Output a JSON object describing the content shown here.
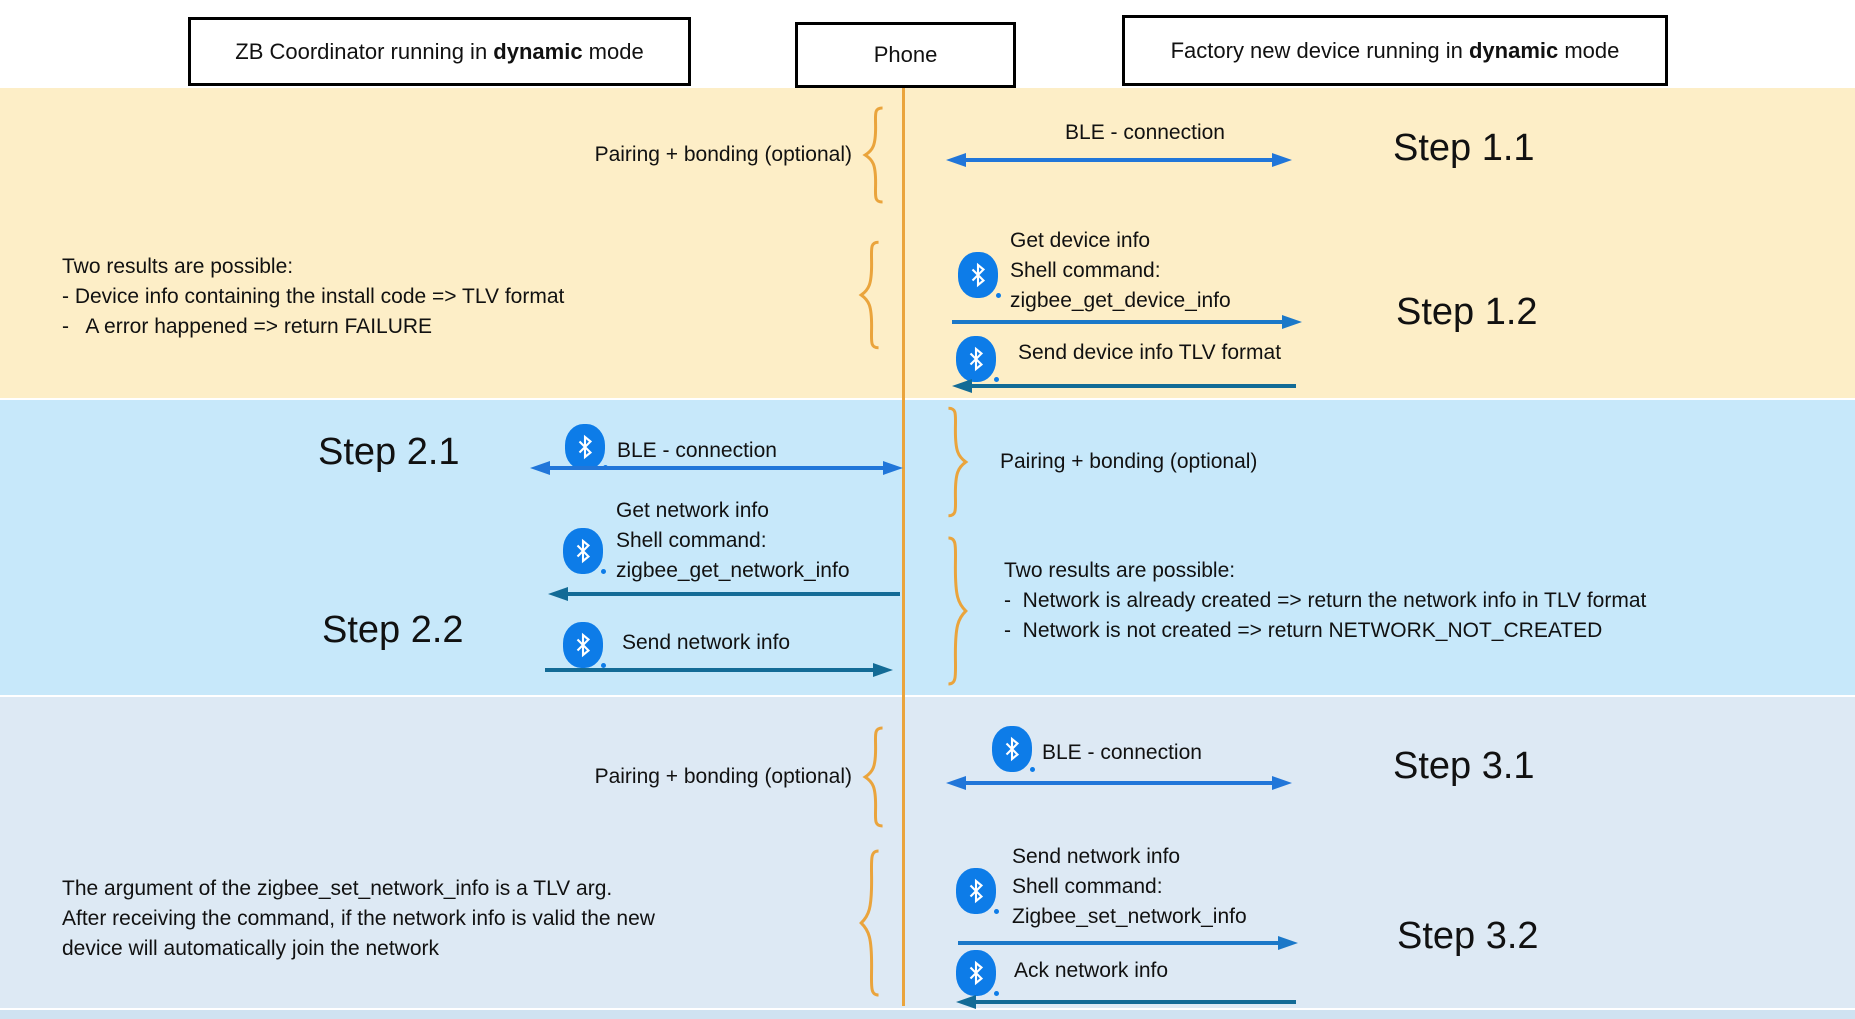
{
  "actors": {
    "coordinator": {
      "pre": "ZB Coordinator running in ",
      "em": "dynamic",
      "post": " mode"
    },
    "phone": {
      "label": "Phone"
    },
    "device": {
      "pre": "Factory new device running in ",
      "em": "dynamic",
      "post": " mode"
    }
  },
  "band1": {
    "step1_label": "Step 1.1",
    "step2_label": "Step 1.2",
    "pairing": "Pairing + bonding (optional)",
    "ble": "BLE - connection",
    "note": [
      "Two results are possible:",
      "- Device info containing the install code => TLV format",
      "-   A error happened => return FAILURE"
    ],
    "request": [
      "Get device info",
      "Shell command:",
      "zigbee_get_device_info"
    ],
    "response": "Send device info TLV format"
  },
  "band2": {
    "step1_label": "Step 2.1",
    "step2_label": "Step 2.2",
    "ble": "BLE - connection",
    "pairing": "Pairing + bonding (optional)",
    "request": [
      "Get network info",
      "Shell command:",
      "zigbee_get_network_info"
    ],
    "response": "Send network info",
    "note": [
      "Two results are possible:",
      "-  Network is already created => return the network info in TLV format",
      "-  Network is not created => return NETWORK_NOT_CREATED"
    ]
  },
  "band3": {
    "step1_label": "Step 3.1",
    "step2_label": "Step 3.2",
    "pairing": "Pairing + bonding (optional)",
    "ble": "BLE - connection",
    "note": [
      "The argument of the zigbee_set_network_info is a TLV arg.",
      "After receiving the command, if the network info is valid the new",
      "device will automatically join the network"
    ],
    "request": [
      "Send network info",
      "Shell command:",
      "Zigbee_set_network_info"
    ],
    "response": "Ack network info"
  },
  "colors": {
    "band1_bg": "#fdeec7",
    "band2_bg": "#c7e8fa",
    "band3_bg": "#dde9f4",
    "bottom_strip": "#cfe2f1",
    "lifeline": "#eaa43c",
    "brace": "#eaa43c",
    "arrow_ble": "#2176d9",
    "arrow_request": "#1b78c8",
    "arrow_response": "#136b96",
    "bluetooth": "#0d7ce8"
  }
}
